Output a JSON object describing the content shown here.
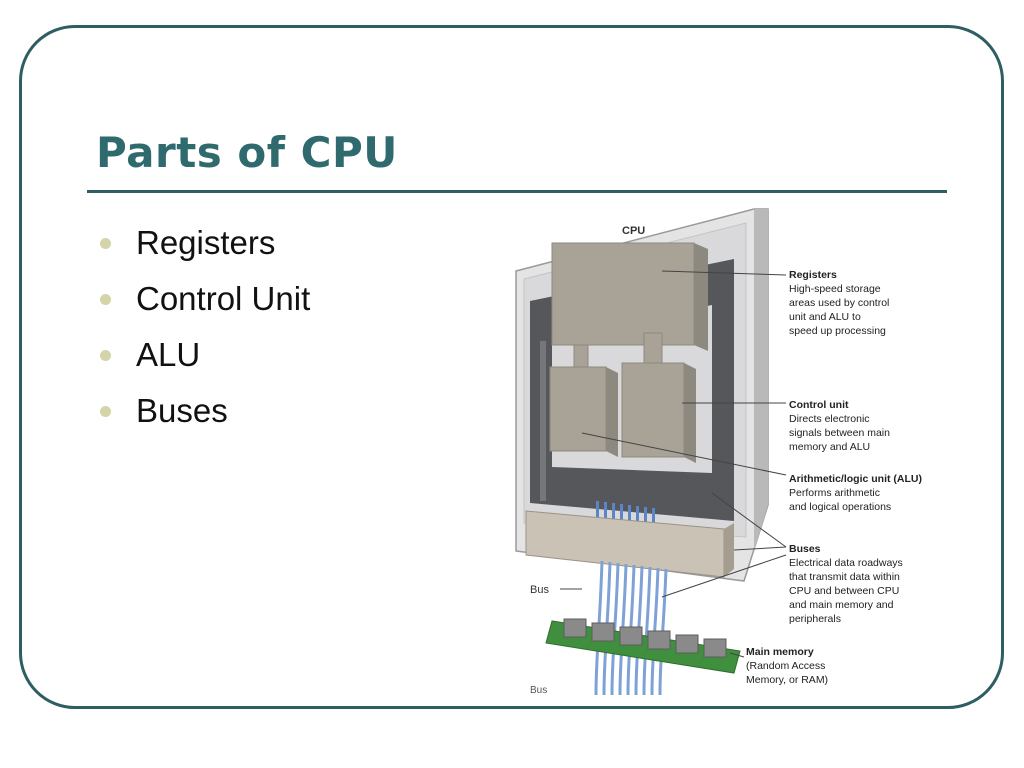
{
  "slide": {
    "title": "Parts of CPU",
    "bullets": [
      "Registers",
      "Control Unit",
      "ALU",
      "Buses"
    ]
  },
  "figure": {
    "cpu_label": "CPU",
    "bus_label": "Bus",
    "bus_bottom_label": "Bus",
    "callouts": [
      {
        "heading": "Registers",
        "lines": [
          "High-speed storage",
          "areas used by control",
          "unit and ALU to",
          "speed up processing"
        ]
      },
      {
        "heading": "Control unit",
        "lines": [
          "Directs electronic",
          "signals between main",
          "memory and ALU"
        ]
      },
      {
        "heading": "Arithmetic/logic unit (ALU)",
        "lines": [
          "Performs arithmetic",
          "and logical operations"
        ]
      },
      {
        "heading": "Buses",
        "lines": [
          "Electrical data roadways",
          "that transmit data within",
          "CPU and between CPU",
          "and main memory and",
          "peripherals"
        ]
      },
      {
        "heading": "Main memory",
        "lines": [
          "(Random Access",
          "Memory, or RAM)"
        ]
      }
    ]
  },
  "colors": {
    "accent": "#2f6b6e",
    "frame": "#2f5e62",
    "bullet": "#d4d4a8",
    "component": "#a8a297",
    "bus_wires": "#7fa2d6",
    "memory_board": "#3f8f3f"
  }
}
